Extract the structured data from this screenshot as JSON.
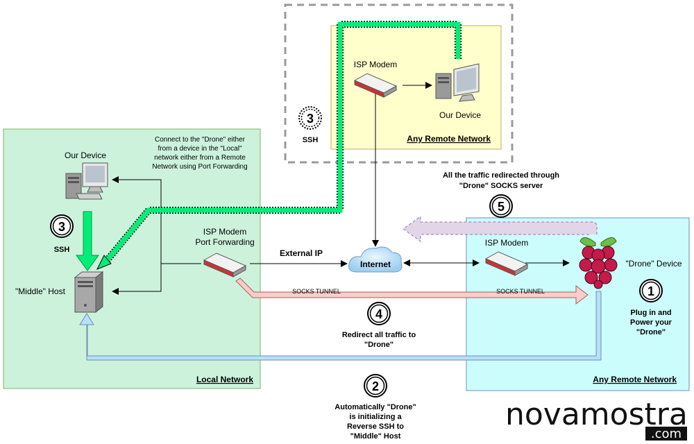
{
  "zones": {
    "local": {
      "title": "Local Network",
      "color": "#ccf2dc"
    },
    "remote_top": {
      "title": "Any Remote Network",
      "color": "#ffffcc"
    },
    "remote_right": {
      "title": "Any Remote Network",
      "color": "#ccfdfd"
    }
  },
  "nodes": {
    "local_device": "Our Device",
    "middle_host": "\"Middle\" Host",
    "local_modem_line1": "ISP Modem",
    "local_modem_line2": "Port Forwarding",
    "top_modem": "ISP Modem",
    "top_device": "Our Device",
    "internet": "Internet",
    "right_modem": "ISP Modem",
    "drone_device": "\"Drone\" Device"
  },
  "labels": {
    "external_ip": "External IP",
    "socks_tunnel_left": "SOCKS TUNNEL",
    "socks_tunnel_right": "SOCKS TUNNEL",
    "ssh_local": "SSH",
    "ssh_top": "SSH",
    "connect_note": [
      "Connect to the \"Drone\" either",
      "from a device in the \"Local\"",
      "network either from a Remote",
      "Network using Port Forwarding"
    ],
    "traffic_note": [
      "All the traffic redirected through",
      "\"Drone\" SOCKS server"
    ]
  },
  "steps": [
    {
      "num": "1",
      "lines": [
        "Plug in and",
        "Power your",
        "\"Drone\""
      ]
    },
    {
      "num": "2",
      "lines": [
        "Automatically \"Drone\"",
        "is initializing a",
        "Reverse SSH to",
        "\"Middle\" Host"
      ]
    },
    {
      "num": "3",
      "lines": []
    },
    {
      "num": "3",
      "lines": []
    },
    {
      "num": "4",
      "lines": [
        "Redirect all traffic to",
        "\"Drone\""
      ]
    },
    {
      "num": "5",
      "lines": []
    }
  ],
  "brand": {
    "name": "novamostra",
    "tld": ".com"
  },
  "colors": {
    "ssh_green": "#00ee77",
    "tunnel_red": "#f8cecc",
    "reverse_blue": "#b7e0f5",
    "traffic_purple": "#ddd5ea"
  }
}
